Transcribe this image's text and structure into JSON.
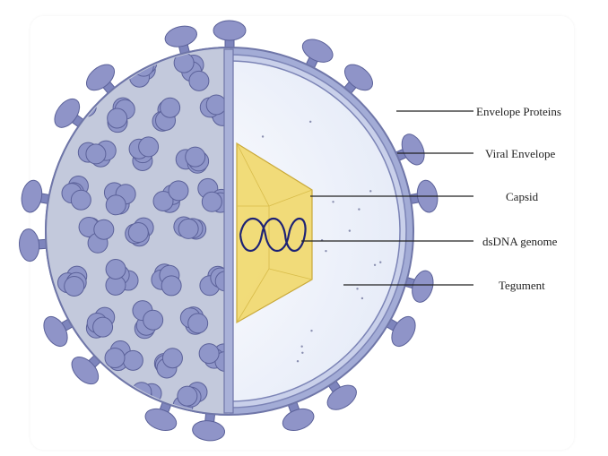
{
  "diagram": {
    "labels": {
      "envelope_proteins": "Envelope Proteins",
      "viral_envelope": "Viral Envelope",
      "capsid": "Capsid",
      "dsdna_genome": "dsDNA genome",
      "tegument": "Tegument"
    },
    "colors": {
      "spike": "#8f94c8",
      "envelope": "#a3acd6",
      "surface": "#c3c9dc",
      "interior": "#eef2fb",
      "capsid": "#f1d86a",
      "dna": "#1d2275"
    }
  }
}
